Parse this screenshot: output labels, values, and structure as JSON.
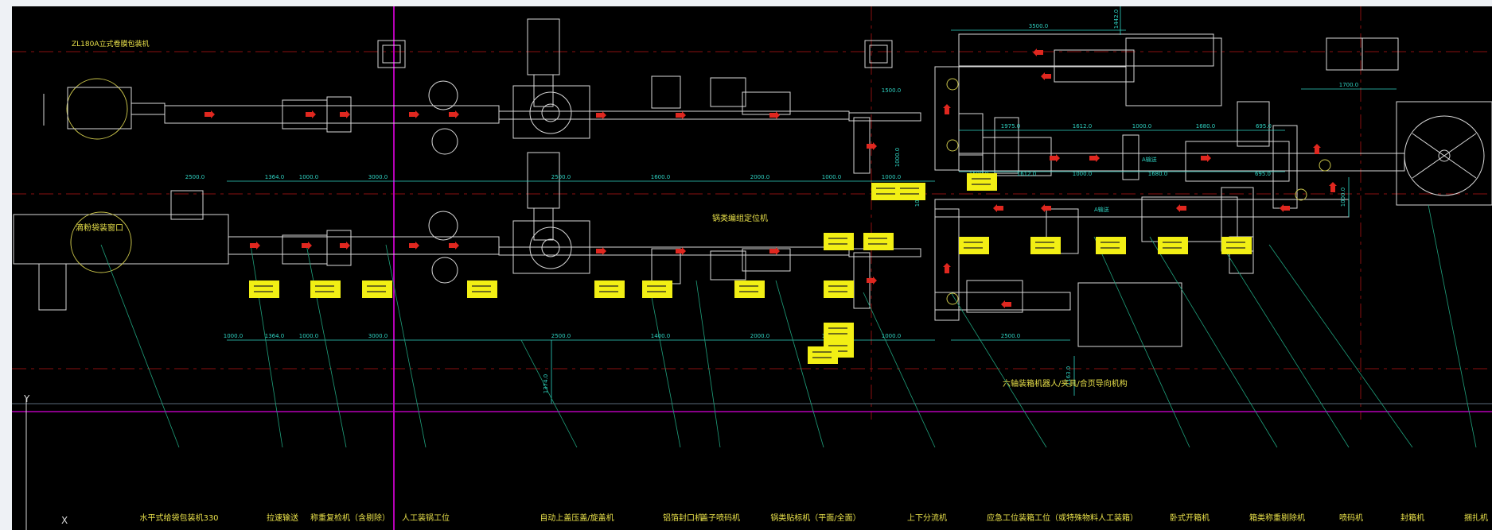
{
  "drawing": {
    "title_label": "ZL180A立式卷膜包装机",
    "lower_machine_label": "滴粉袋装窗口",
    "positioner_label": "锅类编组定位机",
    "robot_label": "六轴装箱机器人/夹具/合页导向机构",
    "axis_y_label": "Y",
    "axis_x_label": "X"
  },
  "legend_labels": [
    "水平式给袋包装机330",
    "拉速输送",
    "称重复检机（含剔除）",
    "人工装锅工位",
    "自动上盖压盖/旋盖机",
    "铝箔封口机",
    "盖子喷码机",
    "锅类贴标机（平面/全面）",
    "上下分流机",
    "应急工位装箱工位（或特殊物料人工装箱）",
    "卧式开箱机",
    "箱类称重剔除机",
    "喷码机",
    "封箱机",
    "捆扎机"
  ],
  "dimensions": {
    "upper_row": [
      "2500.0",
      "1364.0",
      "1000.0",
      "3000.0",
      "2500.0",
      "1600.0",
      "2000.0",
      "1000.0",
      "1000.0"
    ],
    "lower_row": [
      "1000.0",
      "1364.0",
      "1000.0",
      "3000.0",
      "2500.0",
      "1400.0",
      "2000.0",
      "1000.0",
      "1000.0",
      "2500.0"
    ],
    "right_top": [
      "3500.0",
      "1442.0",
      "1700.0",
      "1500.0",
      "1975.0",
      "1612.0",
      "1000.0",
      "1680.0",
      "695.0"
    ],
    "right_mid": [
      "1500.0",
      "1612.0",
      "1000.0",
      "1680.0",
      "695.0",
      "1000.0",
      "1000.0",
      "1000.0"
    ],
    "vertical": [
      "1374.0",
      "1163.0"
    ],
    "conveyor_tag": "A输送"
  },
  "colors": {
    "background": "#000000",
    "line": "#d8d8d8",
    "dimension": "#2fd3c3",
    "leader": "#1fa07c",
    "arrow": "#e0271f",
    "tag": "#f2ef14",
    "axis": "#b600b6",
    "ring": "#c9c34a"
  }
}
